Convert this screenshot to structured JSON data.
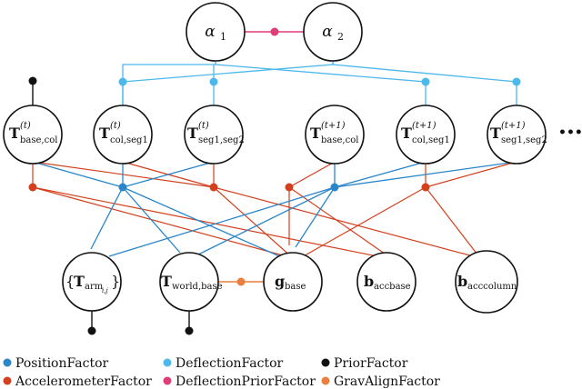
{
  "colors": {
    "position": "#2a86c8",
    "deflection": "#4cb8ec",
    "prior": "#111111",
    "accelerometer": "#d2401e",
    "deflection_prior": "#e03c78",
    "grav_align": "#ea7f3d"
  },
  "nodes": {
    "alpha1": {
      "base": "α",
      "sub": "1"
    },
    "alpha2": {
      "base": "α",
      "sub": "2"
    },
    "t_base_col_t": {
      "base": "T",
      "sup": "(t)",
      "sub": "base,col"
    },
    "t_col_seg1_t": {
      "base": "T",
      "sup": "(t)",
      "sub": "col,seg1"
    },
    "t_seg1_seg2_t": {
      "base": "T",
      "sup": "(t)",
      "sub": "seg1,seg2"
    },
    "t_base_col_t1": {
      "base": "T",
      "sup": "(t+1)",
      "sub": "base,col"
    },
    "t_col_seg1_t1": {
      "base": "T",
      "sup": "(t+1)",
      "sub": "col,seg1"
    },
    "t_seg1_seg2_t1": {
      "base": "T",
      "sup": "(t+1)",
      "sub": "seg1,seg2"
    },
    "t_arm": {
      "open": "{",
      "base": "T",
      "sub": "arm",
      "subsub": "i,j",
      "close": "}"
    },
    "t_world_base": {
      "base": "T",
      "sub": "world,base"
    },
    "g_base": {
      "base": "g",
      "sub": "base"
    },
    "b_accbase": {
      "base": "b",
      "sub": "accbase"
    },
    "b_acccolumn": {
      "base": "b",
      "sub": "acccolumn"
    }
  },
  "ellipsis": "•••",
  "legend": {
    "position": "PositionFactor",
    "deflection": "DeflectionFactor",
    "prior": "PriorFactor",
    "accelerometer": "AccelerometerFactor",
    "deflection_prior": "DeflectionPriorFactor",
    "grav_align": "GravAlignFactor"
  }
}
